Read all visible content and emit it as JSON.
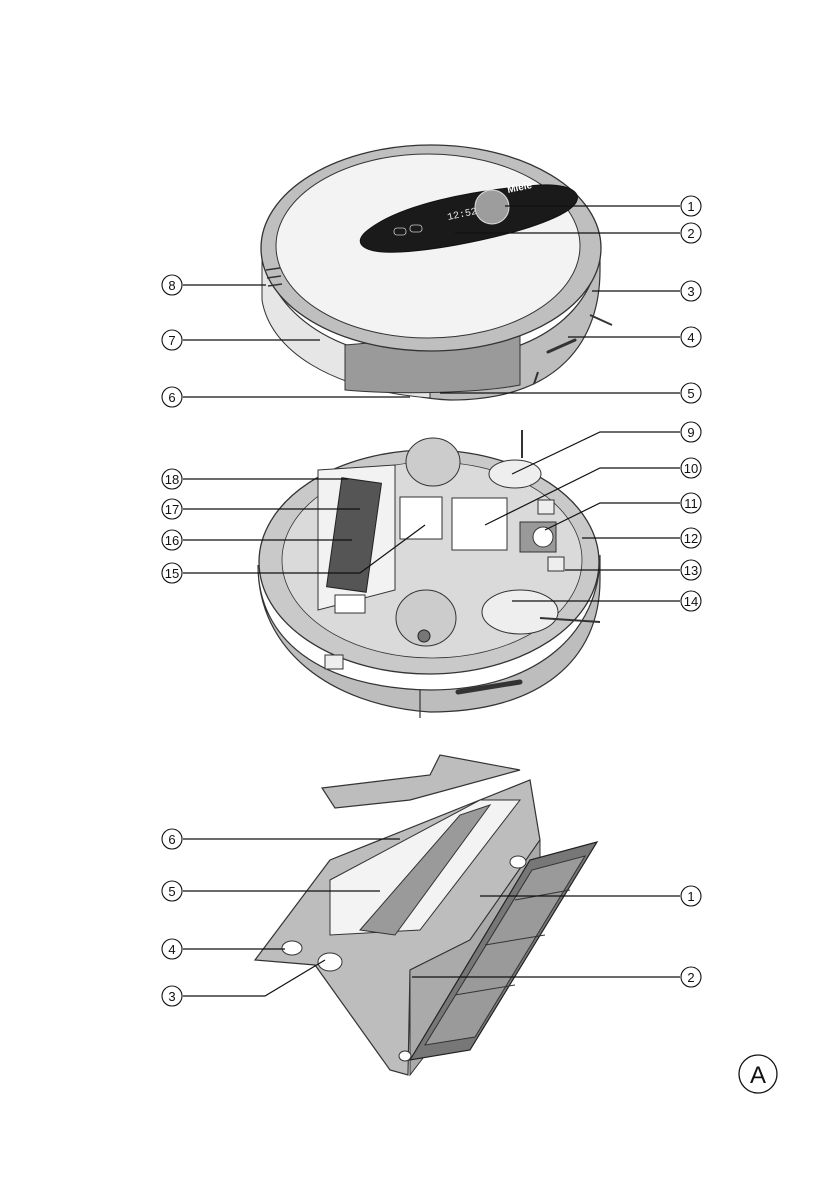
{
  "figure_label": "A",
  "robot_top": {
    "brand_text": "Miele",
    "display_text": "12:52",
    "callouts_right": [
      "1",
      "2",
      "3",
      "4",
      "5"
    ],
    "callouts_left": [
      "8",
      "7",
      "6"
    ]
  },
  "robot_bottom": {
    "callouts_right": [
      "9",
      "10",
      "11",
      "12",
      "13",
      "14"
    ],
    "callouts_left": [
      "18",
      "17",
      "16",
      "15"
    ]
  },
  "dust_container": {
    "callouts_left": [
      "6",
      "5",
      "4",
      "3"
    ],
    "callouts_right": [
      "1",
      "2"
    ]
  }
}
